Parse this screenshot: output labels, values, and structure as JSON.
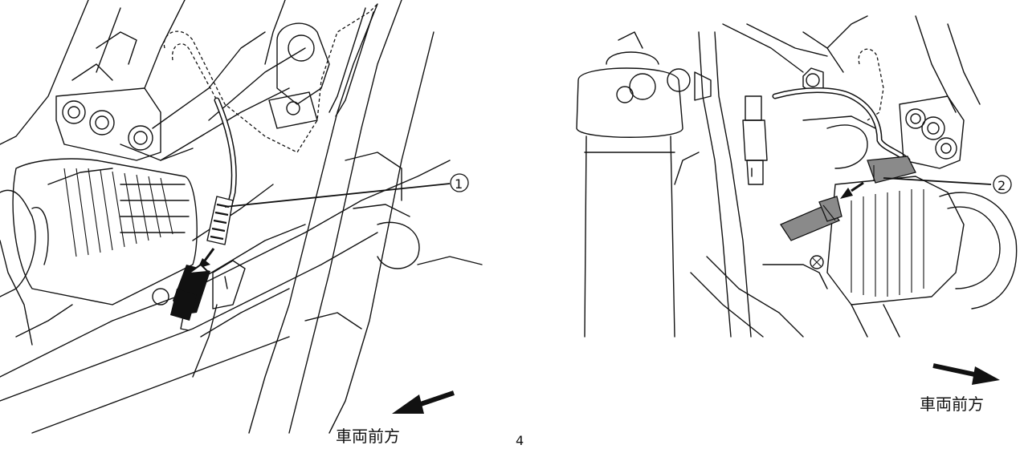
{
  "left_figure": {
    "callout": "①",
    "direction_label": "車両前方"
  },
  "right_figure": {
    "callout": "②",
    "direction_label": "車両前方"
  },
  "page_number": "4",
  "colors": {
    "line": "#111111",
    "connector_left": "#111111",
    "connector_right": "#8a8a8a",
    "background": "#ffffff"
  },
  "icons": [
    "arrow-left-down-icon",
    "arrow-right-down-icon",
    "pull-arrow-icon"
  ]
}
